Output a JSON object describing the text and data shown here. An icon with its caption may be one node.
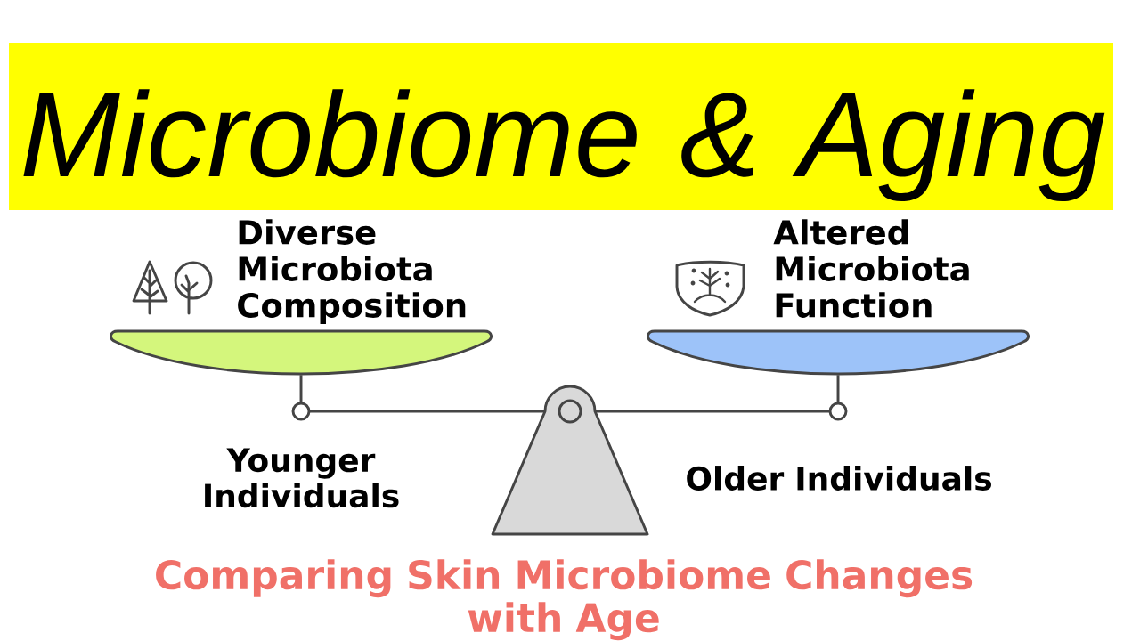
{
  "diagram": {
    "title": "Microbiome & Aging",
    "nodes": [
      {
        "text": [
          "Diverse Microbiota Composition"
        ],
        "beside": [
          "Younger Individuals"
        ]
      },
      {
        "text": [
          "Altered Microbiota Function"
        ],
        "beside": [
          "Older Individuals"
        ]
      }
    ],
    "edges": [
      {
        "from": 0,
        "to": 1,
        "arrow": "none"
      }
    ],
    "caption": "Comparing Skin Microbiome Changes with Age"
  }
}
